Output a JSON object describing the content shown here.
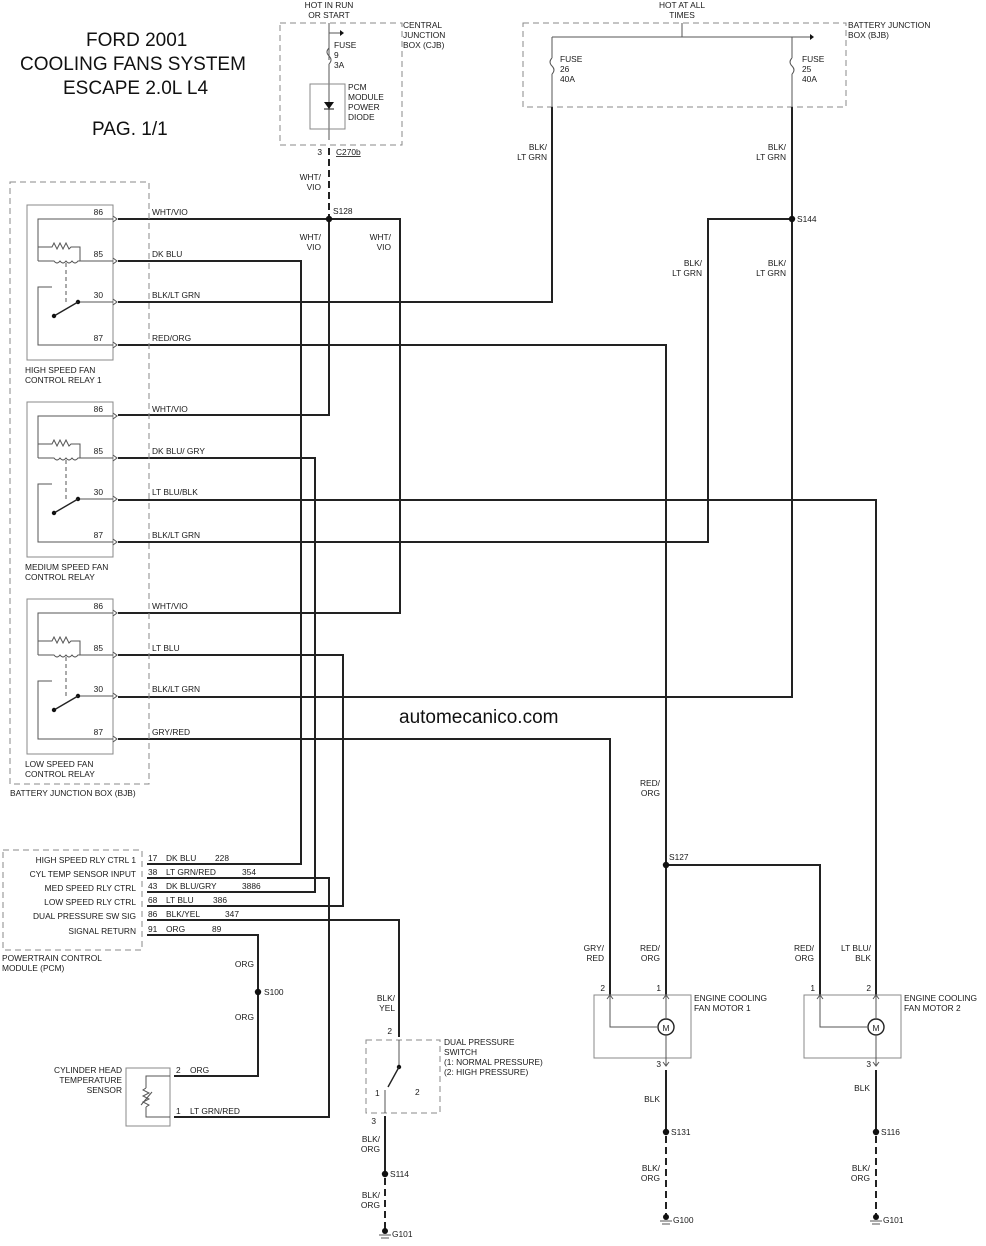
{
  "title": {
    "line1": "FORD 2001",
    "line2": "COOLING FANS SYSTEM",
    "line3": "ESCAPE 2.0L L4",
    "page": "PAG. 1/1"
  },
  "watermark": "automecanico.com",
  "cjb": {
    "supply_line1": "HOT IN RUN",
    "supply_line2": "OR START",
    "name_line1": "CENTRAL",
    "name_line2": "JUNCTION",
    "name_line3": "BOX (CJB)",
    "fuse": [
      "FUSE",
      "9",
      "3A"
    ],
    "diode": [
      "PCM",
      "MODULE",
      "POWER",
      "DIODE"
    ],
    "connector_pin": "3",
    "connector": "C270b"
  },
  "bjb_top": {
    "supply_line1": "HOT AT ALL",
    "supply_line2": "TIMES",
    "name_line1": "BATTERY JUNCTION",
    "name_line2": "BOX (BJB)",
    "fuse_left": [
      "FUSE",
      "26",
      "40A"
    ],
    "fuse_right": [
      "FUSE",
      "25",
      "40A"
    ]
  },
  "wire_labels": {
    "blk": "BLK/",
    "lt_grn": "LT GRN",
    "wht": "WHT/",
    "vio": "VIO",
    "red": "RED/",
    "org_c": "ORG",
    "gry": "GRY/",
    "red_c": "RED",
    "lt_blu": "LT BLU/",
    "blk_c": "BLK",
    "blk_plain": "BLK",
    "yel": "YEL",
    "org": "ORG"
  },
  "splices": {
    "s128": "S128",
    "s144": "S144",
    "s127": "S127",
    "s100": "S100",
    "s114": "S114",
    "s131": "S131",
    "s116": "S116"
  },
  "grounds": {
    "g101a": "G101",
    "g100": "G100",
    "g101b": "G101"
  },
  "relays": [
    {
      "name_line1": "HIGH SPEED FAN",
      "name_line2": "CONTROL RELAY 1",
      "pins": [
        {
          "pin": "86",
          "wire": "WHT/VIO"
        },
        {
          "pin": "85",
          "wire": "DK BLU"
        },
        {
          "pin": "30",
          "wire": "BLK/LT GRN"
        },
        {
          "pin": "87",
          "wire": "RED/ORG"
        }
      ]
    },
    {
      "name_line1": "MEDIUM SPEED FAN",
      "name_line2": "CONTROL RELAY",
      "pins": [
        {
          "pin": "86",
          "wire": "WHT/VIO"
        },
        {
          "pin": "85",
          "wire": "DK BLU/ GRY"
        },
        {
          "pin": "30",
          "wire": "LT BLU/BLK"
        },
        {
          "pin": "87",
          "wire": "BLK/LT GRN"
        }
      ]
    },
    {
      "name_line1": "LOW SPEED FAN",
      "name_line2": "CONTROL RELAY",
      "pins": [
        {
          "pin": "86",
          "wire": "WHT/VIO"
        },
        {
          "pin": "85",
          "wire": "LT BLU"
        },
        {
          "pin": "30",
          "wire": "BLK/LT GRN"
        },
        {
          "pin": "87",
          "wire": "GRY/RED"
        }
      ]
    }
  ],
  "bjb_bottom_label": "BATTERY JUNCTION BOX (BJB)",
  "pcm": {
    "name_line1": "POWERTRAIN CONTROL",
    "name_line2": "MODULE (PCM)",
    "pins": [
      {
        "label": "HIGH SPEED RLY CTRL 1",
        "pin": "17",
        "wire": "DK BLU",
        "circuit": "228"
      },
      {
        "label": "CYL TEMP SENSOR INPUT",
        "pin": "38",
        "wire": "LT GRN/RED",
        "circuit": "354"
      },
      {
        "label": "MED SPEED RLY CTRL",
        "pin": "43",
        "wire": "DK BLU/GRY",
        "circuit": "3886"
      },
      {
        "label": "LOW SPEED RLY CTRL",
        "pin": "68",
        "wire": "LT BLU",
        "circuit": "386"
      },
      {
        "label": "DUAL PRESSURE SW SIG",
        "pin": "86",
        "wire": "BLK/YEL",
        "circuit": "347"
      },
      {
        "label": "SIGNAL RETURN",
        "pin": "91",
        "wire": "ORG",
        "circuit": "89"
      }
    ]
  },
  "cht_sensor": {
    "name_line1": "CYLINDER HEAD",
    "name_line2": "TEMPERATURE",
    "name_line3": "SENSOR",
    "pin2": "2",
    "pin2_wire": "ORG",
    "pin1": "1",
    "pin1_wire": "LT GRN/RED"
  },
  "dual_switch": {
    "name_line1": "DUAL PRESSURE",
    "name_line2": "SWITCH",
    "name_line3": "(1: NORMAL PRESSURE)",
    "name_line4": "(2: HIGH PRESSURE)",
    "pin_top": "2",
    "pos1": "1",
    "pos2": "2",
    "pin_bottom": "3"
  },
  "motors": [
    {
      "name_line1": "ENGINE COOLING",
      "name_line2": "FAN MOTOR 1",
      "pin_a": "2",
      "pin_b": "1",
      "pin_gnd": "3",
      "symbol": "M"
    },
    {
      "name_line1": "ENGINE COOLING",
      "name_line2": "FAN MOTOR 2",
      "pin_a": "1",
      "pin_b": "2",
      "pin_gnd": "3",
      "symbol": "M"
    }
  ]
}
